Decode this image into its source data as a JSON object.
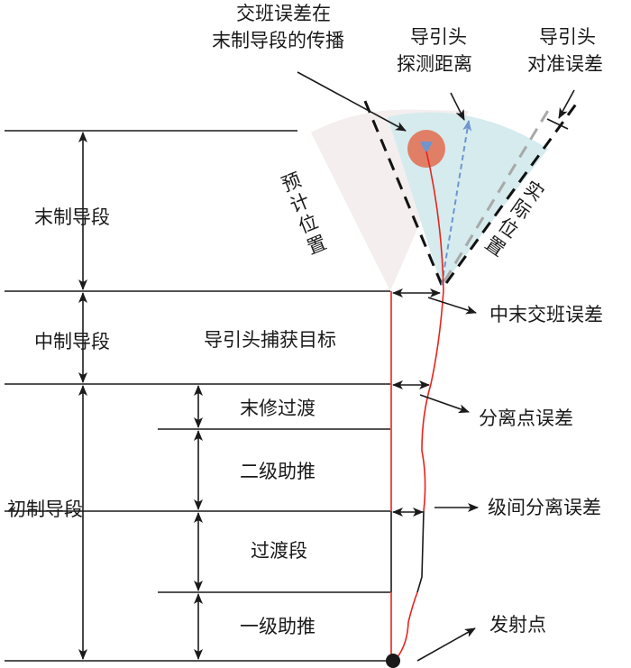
{
  "labels": {
    "handover_propagation_1": "交班误差在",
    "handover_propagation_2": "末制导段的传播",
    "seeker_range_1": "导引头",
    "seeker_range_2": "探测距离",
    "seeker_align_1": "导引头",
    "seeker_align_2": "对准误差",
    "predicted_position": "预计位置",
    "actual_position": "实际位置",
    "terminal_phase": "末制导段",
    "midcourse_phase": "中制导段",
    "initial_phase": "初制导段",
    "seeker_acquire": "导引头捕获目标",
    "mid_terminal_error": "中末交班误差",
    "final_trim": "末修过渡",
    "separation_error": "分离点误差",
    "second_boost": "二级助推",
    "interstage_error": "级间分离误差",
    "transition": "过渡段",
    "first_boost": "一级助推",
    "launch_point": "发射点"
  },
  "colors": {
    "trajectory": "#e8231c",
    "predicted_sector": "#f4eeee",
    "actual_sector": "#d5ebee",
    "target_circle": "#e07f66",
    "seeker_arrow": "#6f95cf",
    "align_line": "#a8a8a8"
  }
}
